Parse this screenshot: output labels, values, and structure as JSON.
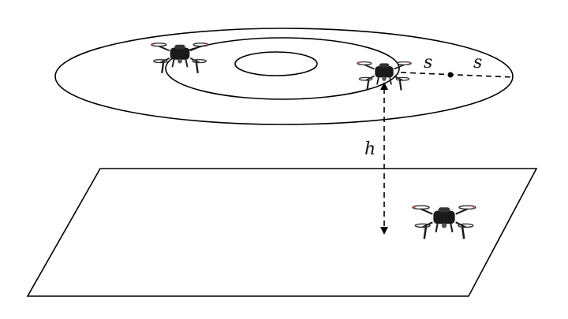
{
  "labels": {
    "spacing_s_inner": "s",
    "spacing_s_outer": "s",
    "height": "h"
  },
  "colors": {
    "stroke": "#000000",
    "drone_body": "#1a1a1a",
    "drone_accent": "#d9534f"
  },
  "icons": [
    "drone-icon"
  ]
}
